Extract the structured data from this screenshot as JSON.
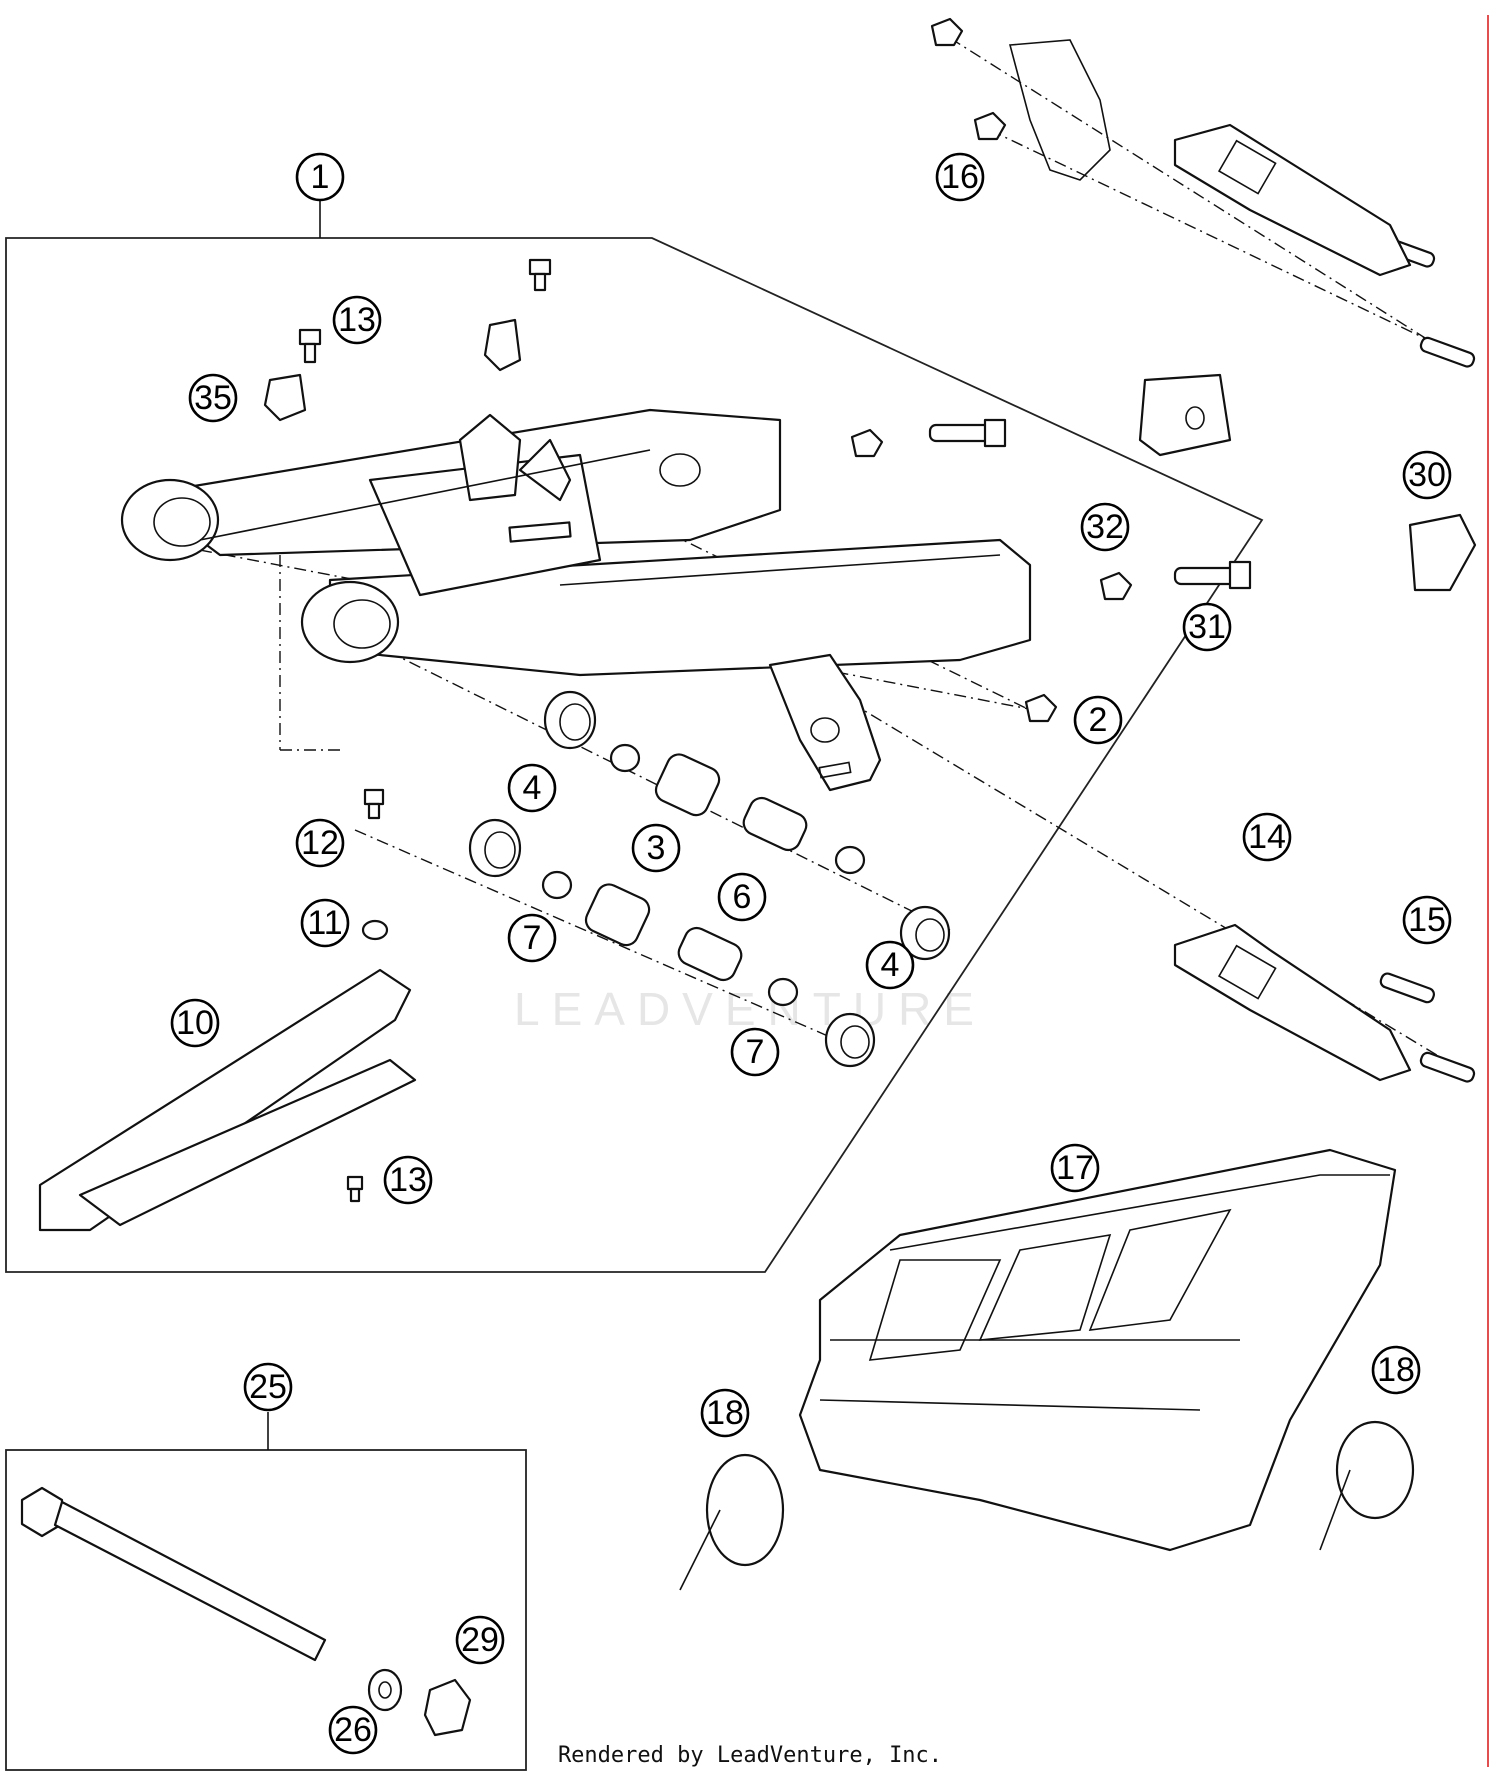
{
  "diagram": {
    "callouts": [
      "1",
      "2",
      "3",
      "4",
      "4",
      "6",
      "7",
      "7",
      "10",
      "11",
      "12",
      "13",
      "13",
      "14",
      "15",
      "16",
      "17",
      "18",
      "18",
      "25",
      "26",
      "29",
      "30",
      "31",
      "32",
      "35"
    ],
    "watermark": "LEADVENTURE",
    "credit": "Rendered by LeadVenture, Inc."
  },
  "colors": {
    "line": "#111111",
    "background": "#ffffff",
    "edge_line": "#e05050"
  }
}
